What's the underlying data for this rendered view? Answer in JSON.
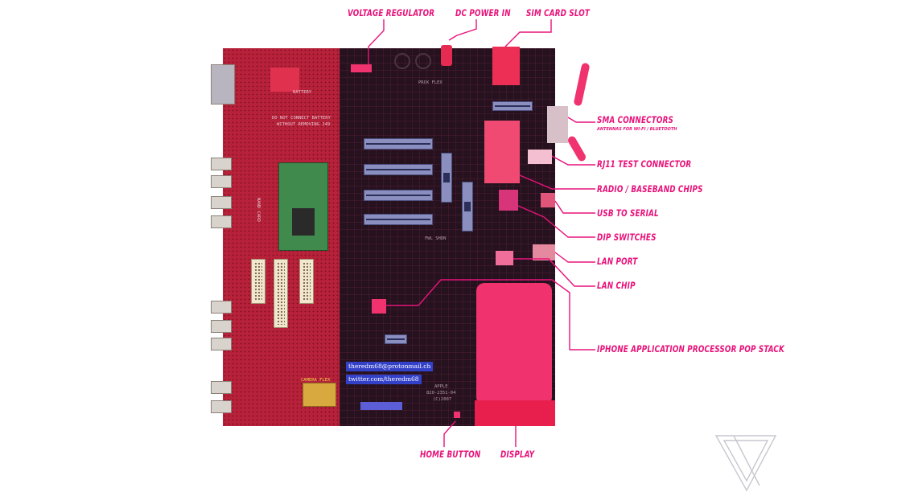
{
  "labels": {
    "voltage_regulator": "VOLTAGE REGULATOR",
    "dc_power_in": "DC POWER IN",
    "sim_card_slot": "SIM CARD SLOT",
    "sma_connectors": "SMA CONNECTORS",
    "sma_subtitle": "ANTENNAS FOR WI-FI / BLUETOOTH",
    "rj11_test_connector": "RJ11 TEST CONNECTOR",
    "radio_baseband_chips": "RADIO / BASEBAND CHIPS",
    "usb_to_serial": "USB TO SERIAL",
    "dip_switches": "DIP SWITCHES",
    "lan_port": "LAN PORT",
    "lan_chip": "LAN CHIP",
    "iphone_processor": "IPHONE APPLICATION PROCESSOR POP STACK",
    "home_button": "HOME BUTTON",
    "display": "DISPLAY"
  },
  "board_text": {
    "battery": "BATTERY",
    "battery_warning_line1": "DO NOT CONNECT BATTERY",
    "battery_warning_line2": "WITHOUT REMOVING J49",
    "nand_card": "NAND CARD",
    "camera_flex": "CAMERA FLEX",
    "prox_flex": "PROX FLEX",
    "fwl_shdn": "FWL SHDN",
    "apple_line1": "APPLE",
    "apple_line2": "820-2351-04",
    "apple_line3": "(C)2007",
    "email_note": "theredm68@protonmail.ch",
    "twitter_note": "twitter.com/theredm68"
  },
  "colors": {
    "accent": "#e8127a",
    "board_red": "#b8213a",
    "board_dark": "#26121f",
    "display_pink": "#f0326e",
    "note_blue": "#3340c8",
    "watermark": "#c9c6cf"
  },
  "icons": {
    "watermark": "verge-triangle-logo"
  }
}
